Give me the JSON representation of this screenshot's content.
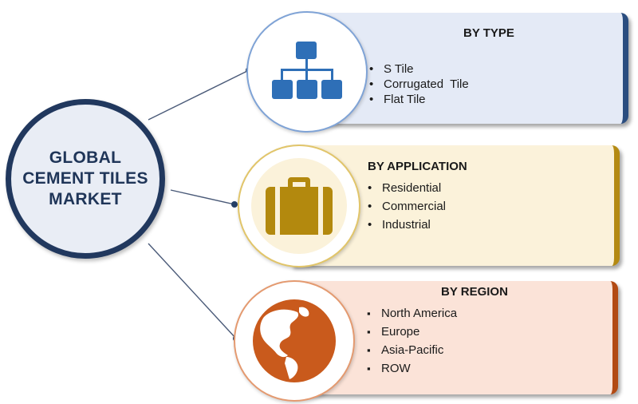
{
  "hub": {
    "line1": "GLOBAL",
    "line2": "CEMENT TILES",
    "line3": "MARKET"
  },
  "segments": [
    {
      "title": "BY TYPE",
      "icon": "hierarchy-icon",
      "accent": "#2a4d7f",
      "items": [
        "S Tile",
        "Corrugated  Tile",
        "Flat Tile"
      ]
    },
    {
      "title": "BY APPLICATION",
      "icon": "briefcase-icon",
      "accent": "#b48a12",
      "items": [
        "Residential",
        "Commercial",
        "Industrial"
      ]
    },
    {
      "title": "BY REGION",
      "icon": "globe-icon",
      "accent": "#b24a13",
      "items": [
        "North America",
        "Europe",
        "Asia-Pacific",
        "ROW"
      ]
    }
  ],
  "colors": {
    "hub_border": "#21385e",
    "connector": "#4a5a78"
  }
}
